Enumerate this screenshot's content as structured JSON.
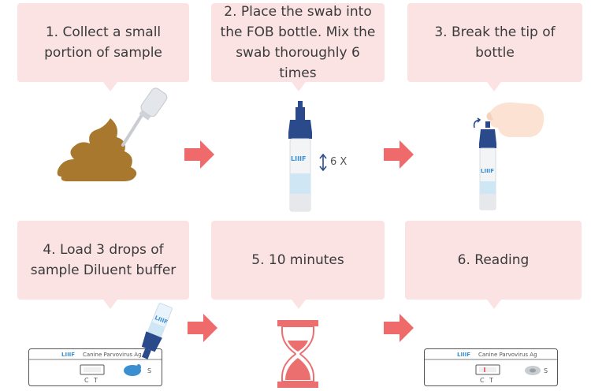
{
  "steps": [
    {
      "text": "1. Collect a small\nportion of sample"
    },
    {
      "text": "2. Place the swab into\nthe FOB bottle. Mix the\nswab thoroughly 6 times"
    },
    {
      "text": "3. Break the tip of bottle"
    },
    {
      "text": "4. Load 3 drops  of\nsample Diluent buffer"
    },
    {
      "text": "5. 10 minutes"
    },
    {
      "text": "6. Reading"
    }
  ],
  "mix_count": "6 X",
  "brand": "LIIIF",
  "cassette": {
    "title": "Canine Parvovirus Ag",
    "c_label": "C",
    "t_label": "T",
    "s_label": "S"
  },
  "colors": {
    "bubble": "#fbe3e4",
    "arrow": "#ef6a6a",
    "poop": "#a8782e",
    "bottle_cap": "#2b4a8c",
    "liquid": "#cfe6f5",
    "timer": "#ec6f6f"
  }
}
